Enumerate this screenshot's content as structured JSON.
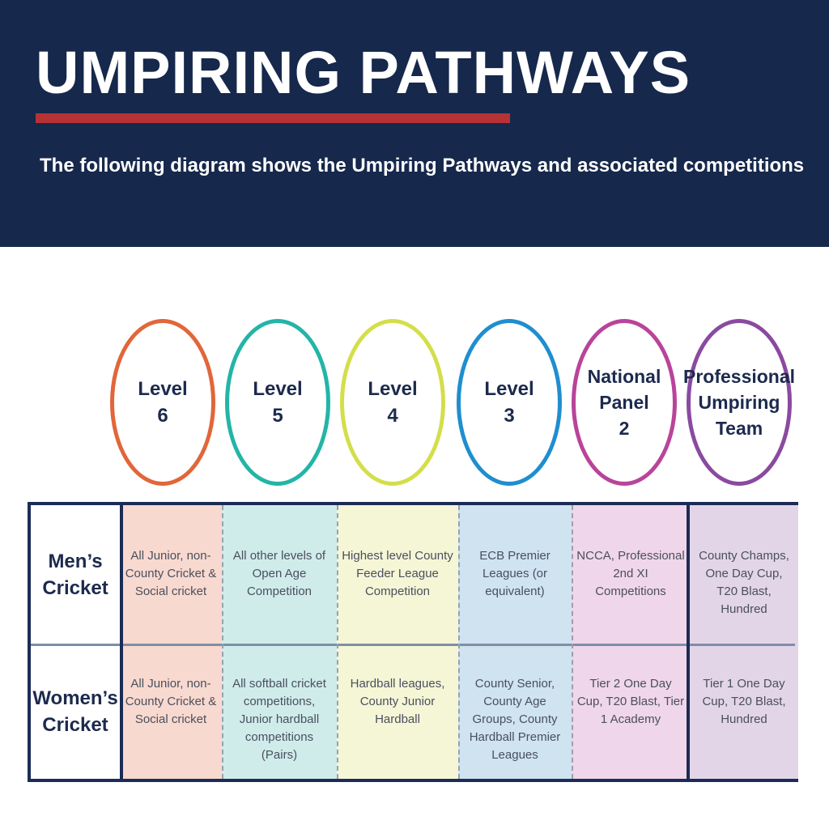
{
  "title": "UMPIRING PATHWAYS",
  "subtitle": "The following diagram shows the Umpiring Pathways and associated competitions",
  "colors": {
    "header_bg": "#16284b",
    "accent_bar": "#b73234",
    "level_6": "#e1663a",
    "level_5": "#22b5a8",
    "level_4": "#d4de4b",
    "level_3": "#1f8ed0",
    "national_panel": "#b9449a",
    "professional": "#8a4aa0"
  },
  "levels": [
    {
      "label": "Level\n6",
      "color": "#e1663a",
      "fill": "#f8d9cf"
    },
    {
      "label": "Level\n5",
      "color": "#22b5a8",
      "fill": "#cfeceb"
    },
    {
      "label": "Level\n4",
      "color": "#d4de4b",
      "fill": "#f5f6d6"
    },
    {
      "label": "Level\n3",
      "color": "#1f8ed0",
      "fill": "#cfe3f1"
    },
    {
      "label": "National\nPanel\n2",
      "color": "#b9449a",
      "fill": "#f0d6ea"
    },
    {
      "label": "Professional\nUmpiring\nTeam",
      "color": "#8a4aa0",
      "fill": "#e3d5e8"
    }
  ],
  "rows": [
    {
      "label": "Men’s\nCricket",
      "cells": [
        "All Junior, non-County Cricket & Social cricket",
        "All other levels of Open Age Competition",
        "Highest level County Feeder League Competition",
        "ECB Premier Leagues (or equivalent)",
        "NCCA, Professional 2nd XI Competitions",
        "County Champs, One Day Cup, T20 Blast, Hundred"
      ]
    },
    {
      "label": "Women’s\nCricket",
      "cells": [
        "All Junior, non-County Cricket & Social cricket",
        "All softball cricket competitions, Junior hardball competitions (Pairs)",
        "Hardball leagues, County Junior Hardball",
        "County Senior, County Age Groups, County Hardball Premier Leagues",
        "Tier 2 One Day Cup, T20 Blast, Tier 1 Academy",
        "Tier 1 One Day Cup, T20 Blast, Hundred"
      ]
    }
  ]
}
